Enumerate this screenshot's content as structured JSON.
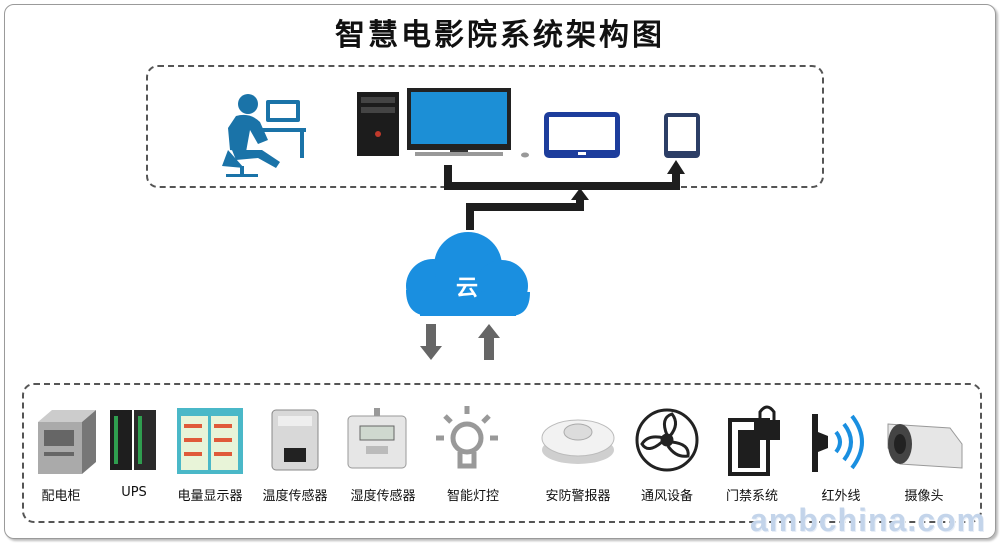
{
  "title": "智慧电影院系统架构图",
  "cloud": {
    "label": "云"
  },
  "devices": [
    "配电柜",
    "UPS",
    "电量显示器",
    "温度传感器",
    "湿度传感器",
    "智能灯控",
    "安防警报器",
    "通风设备",
    "门禁系统",
    "红外线",
    "摄像头"
  ],
  "watermark": "ambchina.com",
  "colors": {
    "cloud": "#1a8fe0",
    "device_blue": "#1d3d9c",
    "operator": "#1a73a8",
    "arrow": "#1e1e1e"
  }
}
